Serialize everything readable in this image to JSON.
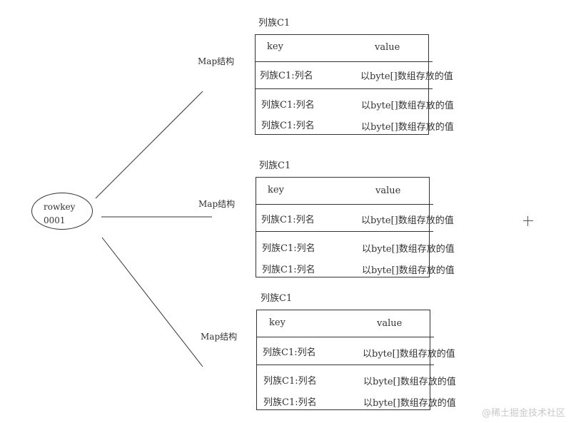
{
  "rowkey": {
    "line1": "rowkey",
    "line2": "0001"
  },
  "map_label": "Map结构",
  "tables": [
    {
      "family": "列族C1",
      "header": {
        "key": "key",
        "value": "value"
      },
      "rows": [
        {
          "key": "列族C1:列名",
          "value": "以byte[]数组存放的值"
        },
        {
          "key": "列族C1:列名",
          "value": "以byte[]数组存放的值"
        },
        {
          "key": "列族C1:列名",
          "value": "以byte[]数组存放的值"
        }
      ]
    },
    {
      "family": "列族C1",
      "header": {
        "key": "key",
        "value": "value"
      },
      "rows": [
        {
          "key": "列族C1:列名",
          "value": "以byte[]数组存放的值"
        },
        {
          "key": "列族C1:列名",
          "value": "以byte[]数组存放的值"
        },
        {
          "key": "列族C1:列名",
          "value": "以byte[]数组存放的值"
        }
      ]
    },
    {
      "family": "列族C1",
      "header": {
        "key": "key",
        "value": "value"
      },
      "rows": [
        {
          "key": "列族C1:列名",
          "value": "以byte[]数组存放的值"
        },
        {
          "key": "列族C1:列名",
          "value": "以byte[]数组存放的值"
        },
        {
          "key": "列族C1:列名",
          "value": "以byte[]数组存放的值"
        }
      ]
    }
  ],
  "watermark": "@稀土掘金技术社区",
  "colors": {
    "line": "#333333",
    "watermark": "#c9c9c9"
  },
  "icons": [
    "crosshair-icon"
  ]
}
